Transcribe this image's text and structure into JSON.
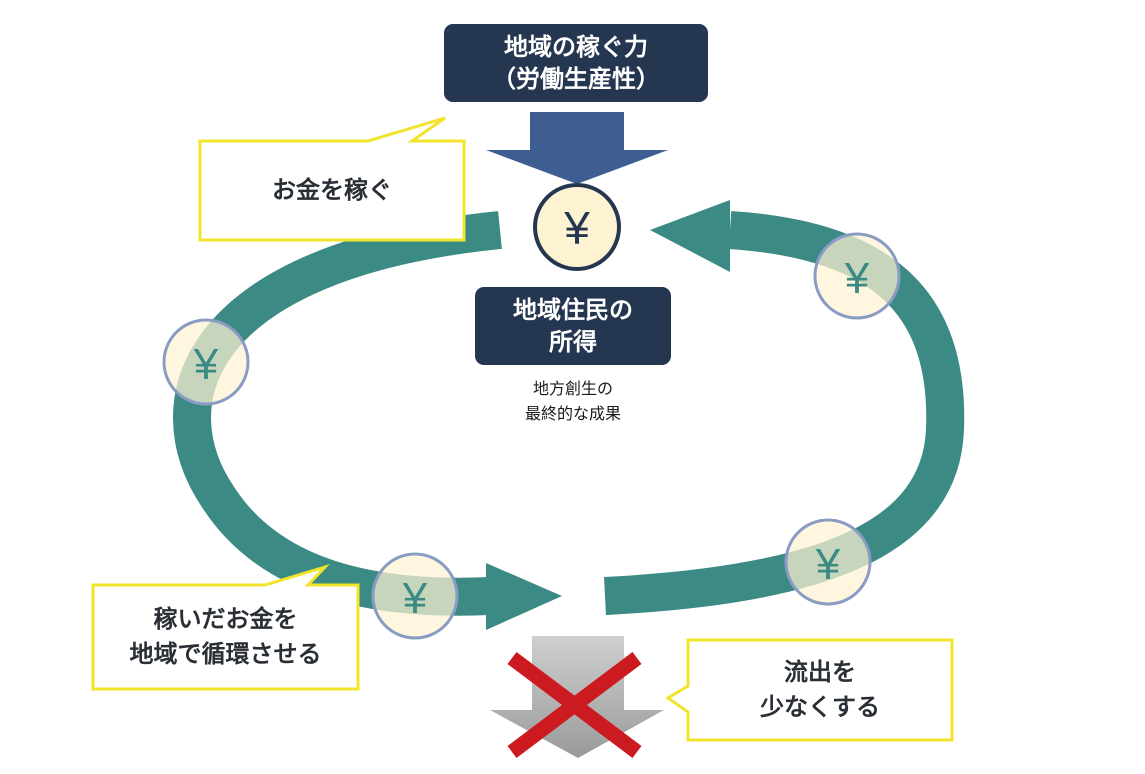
{
  "top_box": {
    "line1": "地域の稼ぐ力",
    "line2": "（労働生産性）"
  },
  "income_box": {
    "line1": "地域住民の",
    "line2": "所得"
  },
  "caption": {
    "line1": "地方創生の",
    "line2": "最終的な成果"
  },
  "callouts": {
    "earn": {
      "line1": "お金を稼ぐ"
    },
    "circulate": {
      "line1": "稼いだお金を",
      "line2": "地域で循環させる"
    },
    "outflow": {
      "line1": "流出を",
      "line2": "少なくする"
    }
  },
  "coin": {
    "symbol": "¥"
  },
  "colors": {
    "navy": "#253750",
    "teal": "#3b8a84",
    "arrow_blue": "#3e5e92",
    "coin_fill": "#fdf3d2",
    "coin_stroke": "#8b9cc4",
    "callout_border": "#f1e42a",
    "cross_red": "#cc1a21",
    "outflow_gray": "#a9a9a9"
  }
}
